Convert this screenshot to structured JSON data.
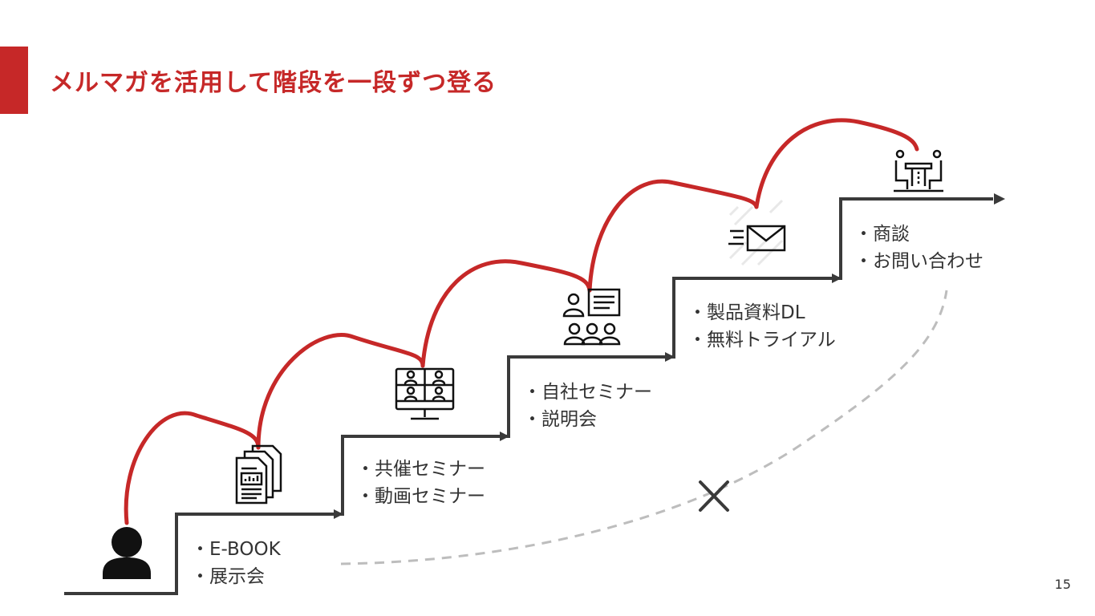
{
  "title": "メルマガを活用して階段を一段ずつ登る",
  "page_number": "15",
  "colors": {
    "accent": "#c62828",
    "stair": "#3a3a3a",
    "dashed": "#bdbdbd",
    "icon": "#111111"
  },
  "steps": [
    {
      "icon": "person-icon",
      "items": [
        "E-BOOK",
        "展示会"
      ]
    },
    {
      "icon": "documents-icon",
      "items": [
        "共催セミナー",
        "動画セミナー"
      ]
    },
    {
      "icon": "online-seminar-icon",
      "items": [
        "自社セミナー",
        "説明会"
      ]
    },
    {
      "icon": "presentation-audience-icon",
      "items": [
        "製品資料DL",
        "無料トライアル"
      ]
    },
    {
      "icon": "email-send-icon",
      "items": [
        "商談",
        "お問い合わせ"
      ]
    },
    {
      "icon": "meeting-table-icon",
      "items": []
    }
  ],
  "shortcut_mark": "×"
}
